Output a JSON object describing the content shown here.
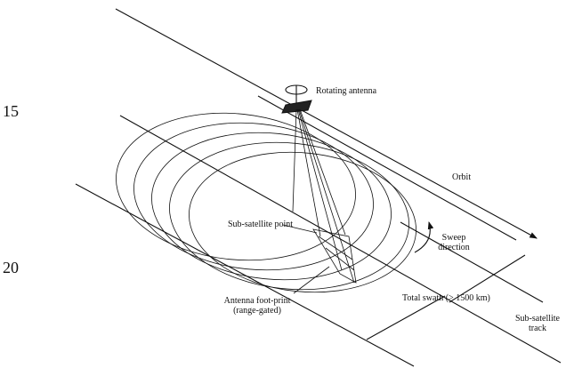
{
  "margin_numbers": {
    "line_15": "15",
    "line_20": "20"
  },
  "labels": {
    "rotating_antenna": "Rotating antenna",
    "orbit": "Orbit",
    "sub_satellite_point": "Sub-satellite point",
    "sweep_direction": [
      "Sweep",
      "direction"
    ],
    "total_swath": "Total swath (> 1500 km)",
    "antenna_footprint": [
      "Antenna foot-print",
      "(range-gated)"
    ],
    "sub_satellite_track": [
      "Sub-satellite",
      "track"
    ]
  }
}
